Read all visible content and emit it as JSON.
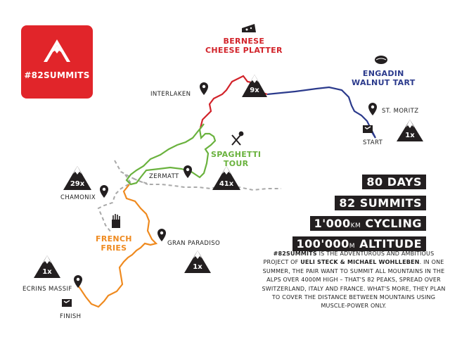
{
  "logo": {
    "text": "#82SUMMITS"
  },
  "places": {
    "interlaken": "INTERLAKEN",
    "st_moritz": "ST. MORITZ",
    "start": "START",
    "zermatt": "ZERMATT",
    "chamonix": "CHAMONIX",
    "gran_paradiso": "GRAN PARADISO",
    "ecrins_massif": "ECRINS MASSIF",
    "finish": "FINISH"
  },
  "routes": {
    "bernese": {
      "line1": "BERNESE",
      "line2": "CHEESE PLATTER",
      "color": "#d2232a"
    },
    "engadin": {
      "line1": "ENGADIN",
      "line2": "WALNUT TART",
      "color": "#2b3a8c"
    },
    "spaghetti": {
      "line1": "SPAGHETTI",
      "line2": "TOUR",
      "color": "#6ab23e"
    },
    "french": {
      "line1": "FRENCH",
      "line2": "FRIES",
      "color": "#ef8a1f"
    }
  },
  "peaks": {
    "bernese": "9x",
    "engadin": "1x",
    "chamonix": "29x",
    "zermatt": "41x",
    "gran_paradiso": "1x",
    "ecrins": "1x"
  },
  "stats": {
    "days_num": "80",
    "days_unit": "DAYS",
    "summits_num": "82",
    "summits_unit": "SUMMITS",
    "km_num": "1'000",
    "km_unit": "KM",
    "km_word": "CYCLING",
    "alt_num": "100'000",
    "alt_unit": "M",
    "alt_word": "ALTITUDE"
  },
  "description": {
    "hashtag": "#82SUMMITS",
    "p1": " IS THE ADVENTUROUS AND AMBITIOUS PROJECT OF ",
    "names": "UELI STECK & MICHAEL WOHLLEBEN",
    "p2": ". IN ONE SUMMER, THE PAIR WANT TO SUMMIT ALL MOUNTAINS IN THE ALPS OVER 4000M HIGH – THAT'S 82 PEAKS, SPREAD OVER SWITZERLAND, ITALY AND FRANCE. WHAT'S MORE, THEY PLAN TO COVER THE DISTANCE BETWEEN MOUNTAINS USING MUSCLE-POWER ONLY."
  },
  "colors": {
    "logo_red": "#e1252a",
    "dark": "#231f20",
    "border": "#a9a9a9"
  }
}
